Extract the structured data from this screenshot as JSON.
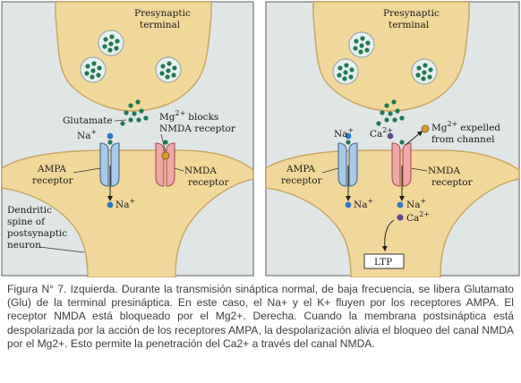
{
  "left_panel": {
    "presynaptic_label": [
      "Presynaptic",
      "terminal"
    ],
    "glutamate_label": "Glutamate",
    "na_label": "Na",
    "mg_blocks_label": [
      "Mg",
      "blocks",
      "NMDA receptor"
    ],
    "ampa_label": [
      "AMPA",
      "receptor"
    ],
    "nmda_label": [
      "NMDA",
      "receptor"
    ],
    "na_inside_label": "Na",
    "dendritic_label": [
      "Dendritic",
      "spine of",
      "postsynaptic",
      "neuron"
    ]
  },
  "right_panel": {
    "presynaptic_label": [
      "Presynaptic",
      "terminal"
    ],
    "na_label": "Na",
    "ca_label": "Ca",
    "mg_expelled_label": [
      "Mg",
      "expelled",
      "from channel"
    ],
    "ampa_label": [
      "AMPA",
      "receptor"
    ],
    "nmda_label": [
      "NMDA",
      "receptor"
    ],
    "na_inside_label": "Na",
    "na_inside2_label": "Na",
    "ca_inside_label": "Ca",
    "ltp_label": "LTP"
  },
  "superscripts": {
    "plus": "+",
    "two_plus": "2+"
  },
  "caption": "Figura N° 7. Izquierda. Durante la transmisión sináptica normal, de baja frecuencia, se libera Glutamato (Glu) de la terminal presináptica. En este caso, el Na+ y el K+ fluyen por los receptores AMPA. El receptor NMDA está bloqueado por el Mg2+. Derecha. Cuando la membrana postsináptica está despolarizada por la acción de los receptores AMPA, la despolarización alivia el bloqueo del canal NMDA por el Mg2+. Esto permite la penetración del Ca2+ a través del canal NMDA.",
  "colors": {
    "panel_bg": "#dfe6e5",
    "panel_border": "#8a8f90",
    "terminal_fill": "#f2d79a",
    "vesicle_fill": "#e8f0ee",
    "glutamate_dot": "#1f7a54",
    "ampa_fill": "#a9c9e6",
    "nmda_fill": "#f0a8a6",
    "na_dot": "#2e78c4",
    "ca_dot": "#5a4a8c",
    "mg_dot": "#d99a2c"
  }
}
